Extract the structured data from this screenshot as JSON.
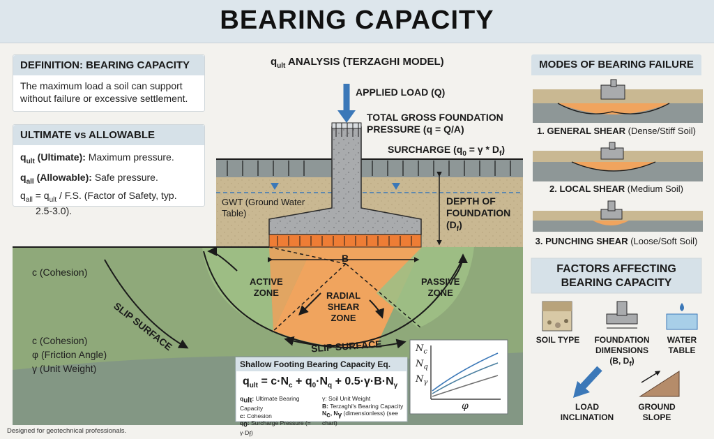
{
  "title": "BEARING CAPACITY",
  "definition": {
    "heading": "DEFINITION: BEARING CAPACITY",
    "text_line1": "The maximum load a soil can support",
    "text_line2": "without failure or excessive settlement."
  },
  "ult_allow": {
    "heading": "ULTIMATE vs ALLOWABLE",
    "qult_label": "(Ultimate):",
    "qult_text": "Maximum pressure.",
    "qall_label": "(Allowable):",
    "qall_text": "Safe pressure.",
    "fs_text1": "/ F.S. (Factor of Safety, typ.",
    "fs_text2": "2.5-3.0)."
  },
  "analysis": {
    "heading_rest": "ANALYSIS (TERZAGHI MODEL)",
    "applied_load": "APPLIED LOAD (Q)",
    "gross_pressure_1": "TOTAL GROSS FOUNDATION",
    "gross_pressure_2": "PRESSURE (q = Q/A)",
    "surcharge": "SURCHARGE (q",
    "gwt_1": "GWT (Ground Water",
    "gwt_2": "Table)",
    "depth_1": "DEPTH OF",
    "depth_2": "FOUNDATION",
    "depth_3": "(D",
    "width": "B",
    "cohesion_top": "c (Cohesion)",
    "slip_surface_left": "SLIP SURFACE",
    "slip_surface_bottom": "SLIP SURFACE",
    "active_1": "ACTIVE",
    "active_2": "ZONE",
    "radial_1": "RADIAL",
    "radial_2": "SHEAR",
    "radial_3": "ZONE",
    "passive_1": "PASSIVE",
    "passive_2": "ZONE",
    "props_c": "c (Cohesion)",
    "props_phi": "φ (Friction Angle)",
    "props_gamma": "γ (Unit Weight)"
  },
  "equation": {
    "heading": "Shallow Footing Bearing Capacity Eq.",
    "l1": "Ultimate Bearing Capacity",
    "l2": "Cohesion",
    "l3": "Surcharge Pressure (= γ·D",
    "r1": "γ: Soil Unit Weight",
    "r2": "Terzaghi's Bearing Capacity",
    "r3": "(dimensionless) (see chart)"
  },
  "chart": {
    "ylabel_1": "N",
    "ylabel_2": "N",
    "ylabel_3": "N",
    "xlabel": "φ"
  },
  "modes": {
    "heading": "MODES OF BEARING FAILURE",
    "m1_name": "1. GENERAL SHEAR",
    "m1_note": "(Dense/Stiff Soil)",
    "m2_name": "2. LOCAL SHEAR",
    "m2_note": "(Medium Soil)",
    "m3_name": "3. PUNCHING SHEAR",
    "m3_note": "(Loose/Soft Soil)"
  },
  "factors": {
    "heading_1": "FACTORS AFFECTING",
    "heading_2": "BEARING CAPACITY",
    "soil": "SOIL TYPE",
    "dims_1": "FOUNDATION",
    "dims_2": "DIMENSIONS",
    "dims_3": "(B, D",
    "water_1": "WATER",
    "water_2": "TABLE",
    "load_1": "LOAD",
    "load_2": "INCLINATION",
    "slope_1": "GROUND",
    "slope_2": "SLOPE"
  },
  "footer": "Designed for geotechnical professionals.",
  "colors": {
    "soil_green": "#8fa97a",
    "soil_tan": "#c9b892",
    "shear_orange": "#f0a45e",
    "footing_gray": "#a9abad",
    "pressure_orange": "#ee7d35",
    "accent_blue": "#3b78b8"
  }
}
